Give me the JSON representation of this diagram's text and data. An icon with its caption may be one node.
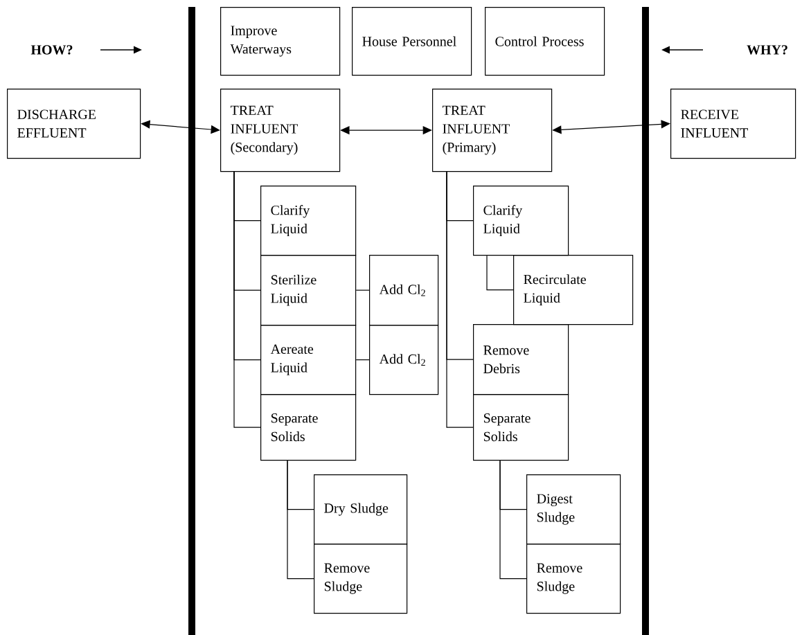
{
  "diagram": {
    "nodes": [
      {
        "text": [
          "Improve Waterways"
        ]
      },
      {
        "text": [
          "House Personnel"
        ]
      },
      {
        "text": [
          "Control Process"
        ]
      },
      {
        "text": [
          "DISCHARGE EFFLUENT"
        ]
      },
      {
        "text": [
          "TREAT INFLUENT (Secondary)"
        ]
      },
      {
        "text": [
          "TREAT INFLUENT (Primary)"
        ]
      },
      {
        "text": [
          "RECEIVE INFLUENT"
        ]
      },
      {
        "text": [
          "Clarify Liquid"
        ]
      },
      {
        "text": [
          "Sterilize Liquid"
        ]
      },
      {
        "text": [
          "Add Cl$_{2}$"
        ]
      },
      {
        "text": [
          "Aereate Liquid"
        ]
      },
      {
        "text": [
          "Add Cl$_{2}$"
        ]
      },
      {
        "text": [
          "Separate Solids"
        ]
      },
      {
        "text": [
          "Dry Sludge"
        ]
      },
      {
        "text": [
          "Remove Sludge"
        ]
      },
      {
        "text": [
          "Clarify Liquid"
        ]
      },
      {
        "text": [
          "Recirculate Liquid"
        ]
      },
      {
        "text": [
          "Remove Debris"
        ]
      },
      {
        "text": [
          "Separate Solids"
        ]
      },
      {
        "text": [
          "Digest Sludge"
        ]
      },
      {
        "text": [
          "Remove Sludge"
        ]
      }
    ],
    "edges": [
      {
        "from": 3,
        "to": 4,
        "arrow": "both"
      },
      {
        "from": 4,
        "to": 5,
        "arrow": "both"
      },
      {
        "from": 5,
        "to": 6,
        "arrow": "both"
      },
      {
        "from": 4,
        "to": 7,
        "arrow": "none"
      },
      {
        "from": 4,
        "to": 8,
        "arrow": "none"
      },
      {
        "from": 4,
        "to": 10,
        "arrow": "none"
      },
      {
        "from": 4,
        "to": 12,
        "arrow": "none"
      },
      {
        "from": 8,
        "to": 9,
        "arrow": "none"
      },
      {
        "from": 10,
        "to": 11,
        "arrow": "none"
      },
      {
        "from": 12,
        "to": 13,
        "arrow": "none"
      },
      {
        "from": 12,
        "to": 14,
        "arrow": "none"
      },
      {
        "from": 5,
        "to": 15,
        "arrow": "none"
      },
      {
        "from": 5,
        "to": 17,
        "arrow": "none"
      },
      {
        "from": 5,
        "to": 18,
        "arrow": "none"
      },
      {
        "from": 15,
        "to": 16,
        "arrow": "none"
      },
      {
        "from": 18,
        "to": 19,
        "arrow": "none"
      },
      {
        "from": 18,
        "to": 20,
        "arrow": "none"
      }
    ],
    "labels": [
      "HOW?",
      "WHY?"
    ]
  }
}
